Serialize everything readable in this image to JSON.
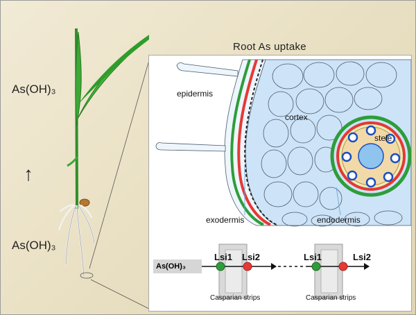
{
  "labels": {
    "as_top": "As(OH)₃",
    "as_bottom": "As(OH)₃",
    "up_arrow": "↑",
    "title": "Root As uptake"
  },
  "detail": {
    "epidermis": "epidermis",
    "cortex": "cortex",
    "stele": "stele",
    "exodermis": "exodermis",
    "endodermis": "endodermis",
    "as_box": "As(OH)₃",
    "lsi1_a": "Lsi1",
    "lsi2_a": "Lsi2",
    "lsi1_b": "Lsi1",
    "lsi2_b": "Lsi2",
    "casparian_1": "Casparian strips",
    "casparian_2": "Casparian strips"
  },
  "colors": {
    "lsi1": "#2e9d3a",
    "lsi2": "#e53935",
    "tissue": "#cde3f7",
    "leaf": "#4caf38"
  }
}
